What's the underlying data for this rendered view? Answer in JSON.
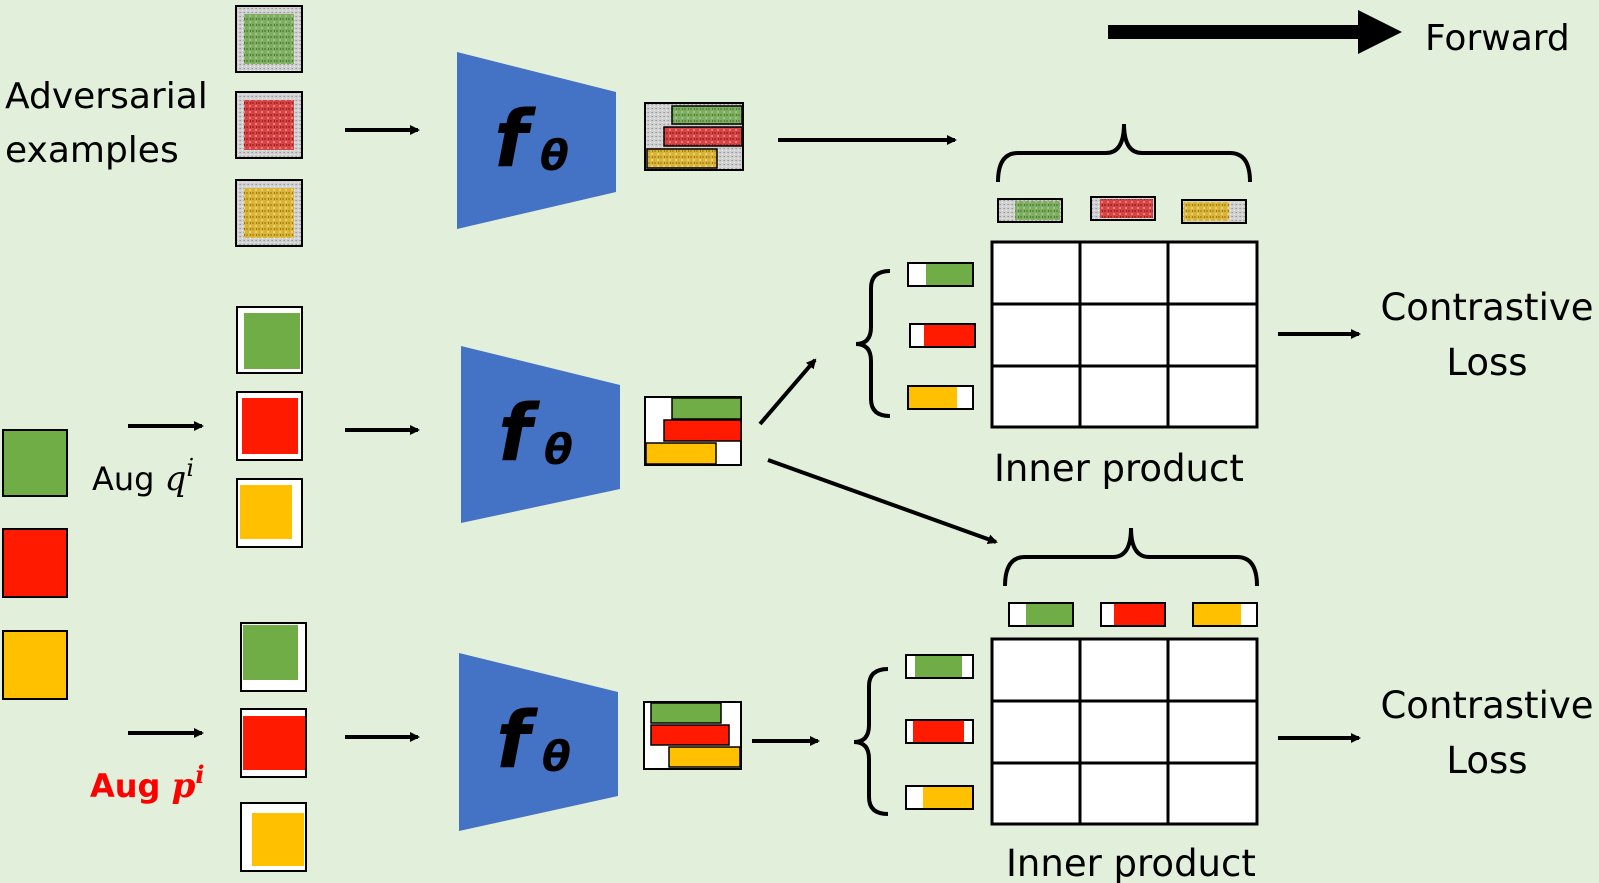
{
  "legend": {
    "forward_label": "Forward"
  },
  "labels": {
    "adversarial_line1": "Adversarial",
    "adversarial_line2": "examples",
    "aug_q_prefix": "Aug ",
    "aug_q_var": "q",
    "aug_q_sup": "i",
    "aug_p_prefix": "Aug ",
    "aug_p_var": "p",
    "aug_p_sup": "i",
    "encoder_f": "f",
    "encoder_theta": "θ",
    "inner_product_top": "Inner product",
    "inner_product_bottom": "Inner product",
    "loss_top_line1": "Contrastive",
    "loss_top_line2": "Loss",
    "loss_bottom_line1": "Contrastive",
    "loss_bottom_line2": "Loss"
  },
  "colors": {
    "background": "#e2efda",
    "green": "#70ad47",
    "red": "#ff1a00",
    "yellow": "#ffc000",
    "encoder": "#4472c4",
    "aug_p_text": "#ff0000"
  }
}
